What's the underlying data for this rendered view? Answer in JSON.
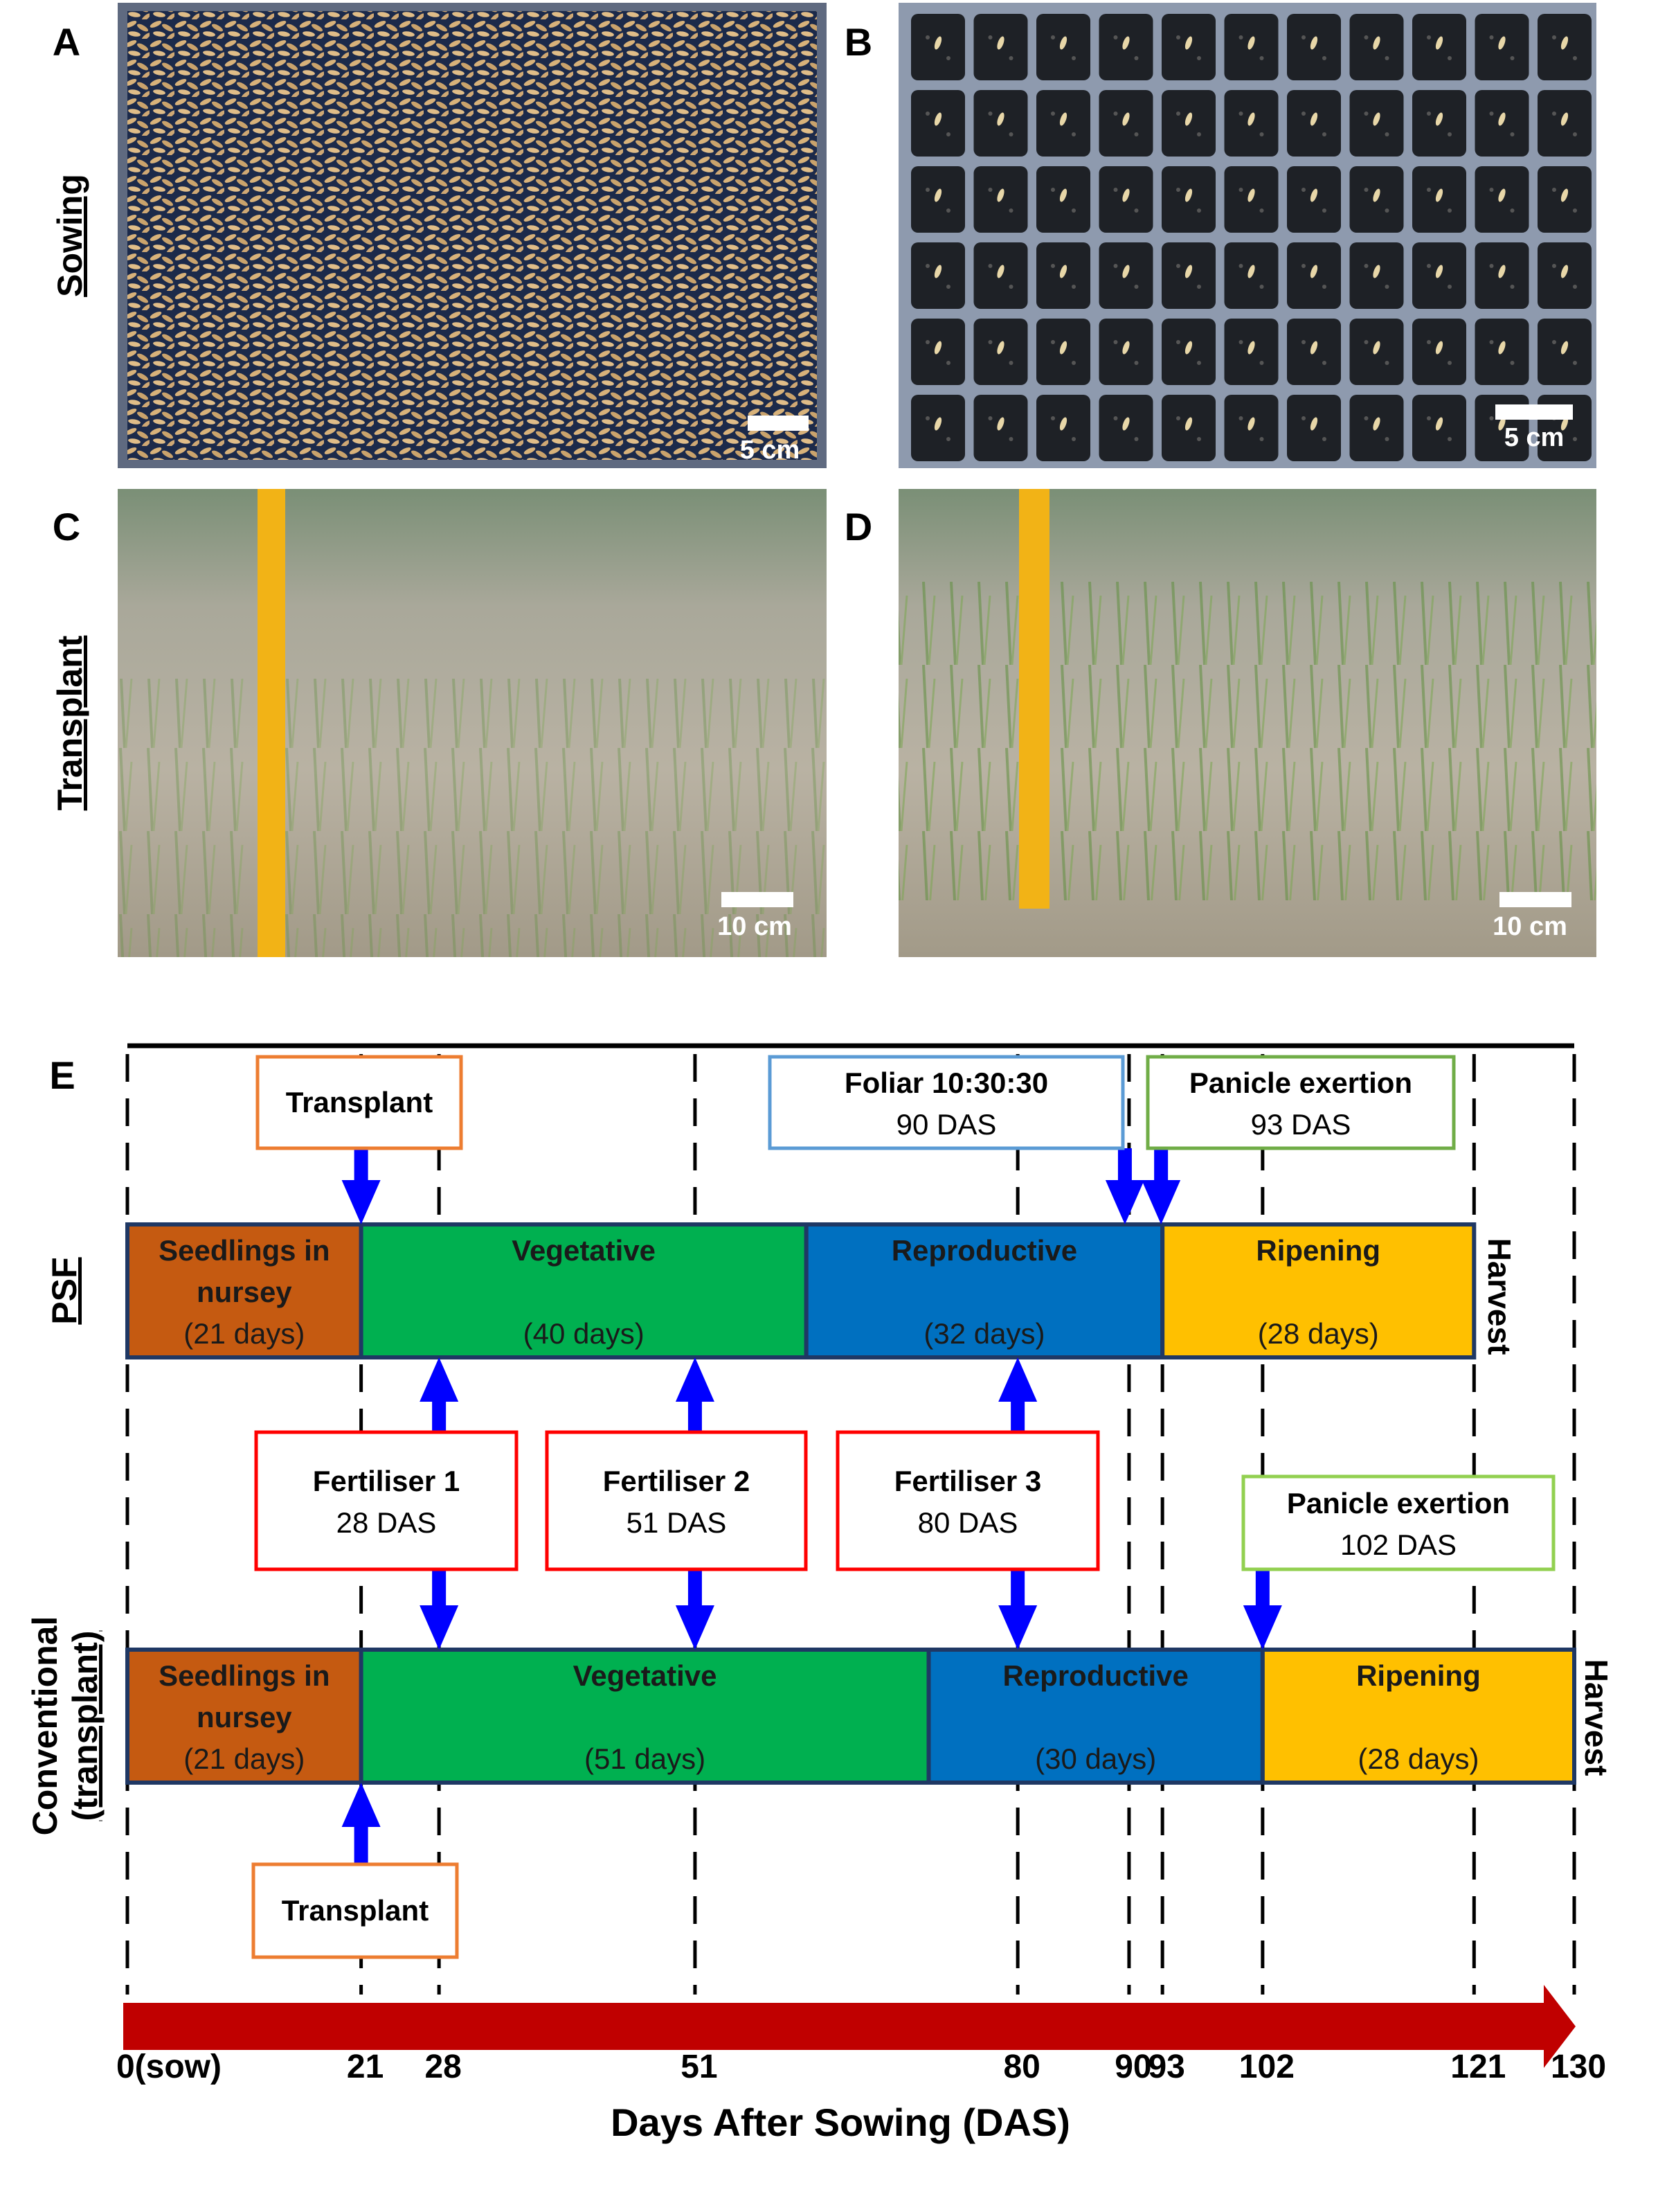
{
  "panels": {
    "A": {
      "label": "A",
      "scale": "5 cm"
    },
    "B": {
      "label": "B",
      "scale": "5 cm"
    },
    "C": {
      "label": "C",
      "scale": "10 cm"
    },
    "D": {
      "label": "D",
      "scale": "10 cm"
    },
    "E": {
      "label": "E"
    }
  },
  "row_labels": {
    "sowing": "Sowing",
    "transplant": "Transplant"
  },
  "timeline": {
    "psf_label": "PSF",
    "conv_label_1": "Conventional",
    "conv_label_2": "(transplant)",
    "harvest": "Harvest",
    "axis_title": "Days After Sowing (DAS)",
    "ticks": [
      {
        "day": 0,
        "label": "0(sow)"
      },
      {
        "day": 21,
        "label": "21"
      },
      {
        "day": 28,
        "label": "28"
      },
      {
        "day": 51,
        "label": "51"
      },
      {
        "day": 80,
        "label": "80"
      },
      {
        "day": 90,
        "label": "90"
      },
      {
        "day": 93,
        "label": "93"
      },
      {
        "day": 102,
        "label": "102"
      },
      {
        "day": 121,
        "label": "121"
      },
      {
        "day": 130,
        "label": "130"
      }
    ],
    "psf_stages": [
      {
        "name": "Seedlings in",
        "name2": "nursey",
        "days": "(21 days)",
        "start": 0,
        "end": 21,
        "color": "#C55A11"
      },
      {
        "name": "Vegetative",
        "name2": "",
        "days": "(40 days)",
        "start": 21,
        "end": 61,
        "color": "#00B050"
      },
      {
        "name": "Reproductive",
        "name2": "",
        "days": "(32 days)",
        "start": 61,
        "end": 93,
        "color": "#0070C0"
      },
      {
        "name": "Ripening",
        "name2": "",
        "days": "(28 days)",
        "start": 93,
        "end": 121,
        "color": "#FFC000"
      }
    ],
    "conv_stages": [
      {
        "name": "Seedlings in",
        "name2": "nursey",
        "days": "(21 days)",
        "start": 0,
        "end": 21,
        "color": "#C55A11"
      },
      {
        "name": "Vegetative",
        "name2": "",
        "days": "(51 days)",
        "start": 21,
        "end": 72,
        "color": "#00B050"
      },
      {
        "name": "Reproductive",
        "name2": "",
        "days": "(30 days)",
        "start": 72,
        "end": 102,
        "color": "#0070C0"
      },
      {
        "name": "Ripening",
        "name2": "",
        "days": "(28 days)",
        "start": 102,
        "end": 130,
        "color": "#FFC000"
      }
    ],
    "events": {
      "psf_transplant": {
        "title": "Transplant",
        "sub": "",
        "day": 21,
        "color": "#ED7D31"
      },
      "foliar": {
        "title": "Foliar 10:30:30",
        "sub": "90 DAS",
        "day": 90,
        "color": "#5B9BD5"
      },
      "psf_panicle": {
        "title": "Panicle exertion",
        "sub": "93 DAS",
        "day": 93,
        "color": "#70AD47"
      },
      "fert1": {
        "title": "Fertiliser 1",
        "sub": "28 DAS",
        "day": 28,
        "color": "#FF0000"
      },
      "fert2": {
        "title": "Fertiliser 2",
        "sub": "51 DAS",
        "day": 51,
        "color": "#FF0000"
      },
      "fert3": {
        "title": "Fertiliser 3",
        "sub": "80 DAS",
        "day": 80,
        "color": "#FF0000"
      },
      "conv_panicle": {
        "title": "Panicle exertion",
        "sub": "102 DAS",
        "day": 102,
        "color": "#92D050"
      },
      "conv_transplant": {
        "title": "Transplant",
        "sub": "",
        "day": 21,
        "color": "#ED7D31"
      }
    },
    "colors": {
      "arrow": "#0000FF",
      "axis_arrow": "#C00000",
      "bar_outline": "#1F3864"
    }
  }
}
